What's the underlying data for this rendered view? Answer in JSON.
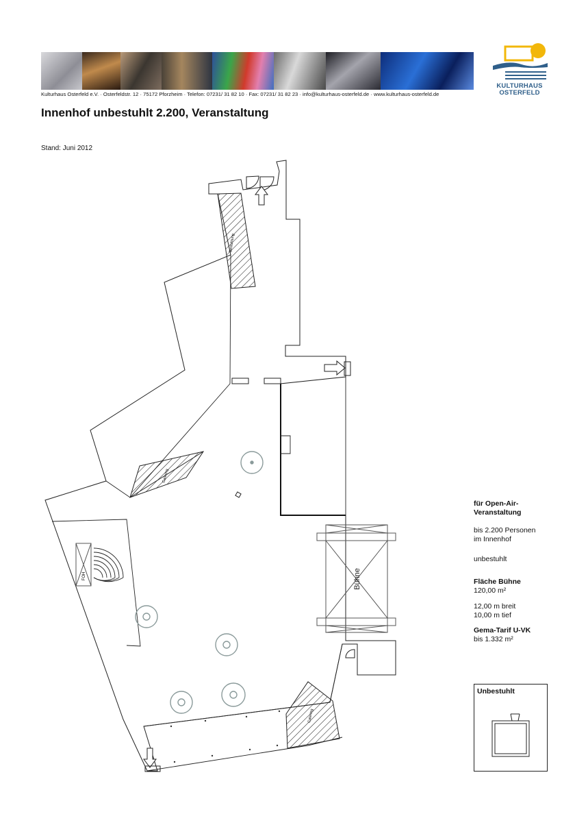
{
  "header": {
    "address": "Kulturhaus Osterfeld e.V. · Osterfeldstr. 12 · 75172 Pforzheim · Telefon: 07231/ 31 82 10 · Fax: 07231/ 31 82 23 · info@kulturhaus-osterfeld.de · www.kulturhaus-osterfeld.de",
    "logo_line1": "KULTURHAUS",
    "logo_line2": "OSTERFELD",
    "brand_color": "#2f5f8a",
    "sun_color": "#f2b70a"
  },
  "title": "Innenhof unbestuhlt 2.200, Veranstaltung",
  "stand": "Stand: Juni 2012",
  "plan": {
    "label_stage": "Bühne",
    "label_catering_left": "Catering",
    "label_catering_bottom": "Catering",
    "label_top_hatched": "Bestuhlung",
    "label_foh": "FOH"
  },
  "info": {
    "heading_1": "für Open-Air-",
    "heading_2": "Veranstaltung",
    "capacity_1": "bis 2.200 Personen",
    "capacity_2": "im Innenhof",
    "seating": "unbestuhlt",
    "stage_area_label": "Fläche Bühne",
    "stage_area_value": "120,00 m²",
    "stage_width": "12,00 m breit",
    "stage_depth": "10,00 m tief",
    "gema_label": "Gema-Tarif U-VK",
    "gema_value": "bis 1.332 m²"
  },
  "legend": {
    "title": "Unbestuhlt"
  }
}
